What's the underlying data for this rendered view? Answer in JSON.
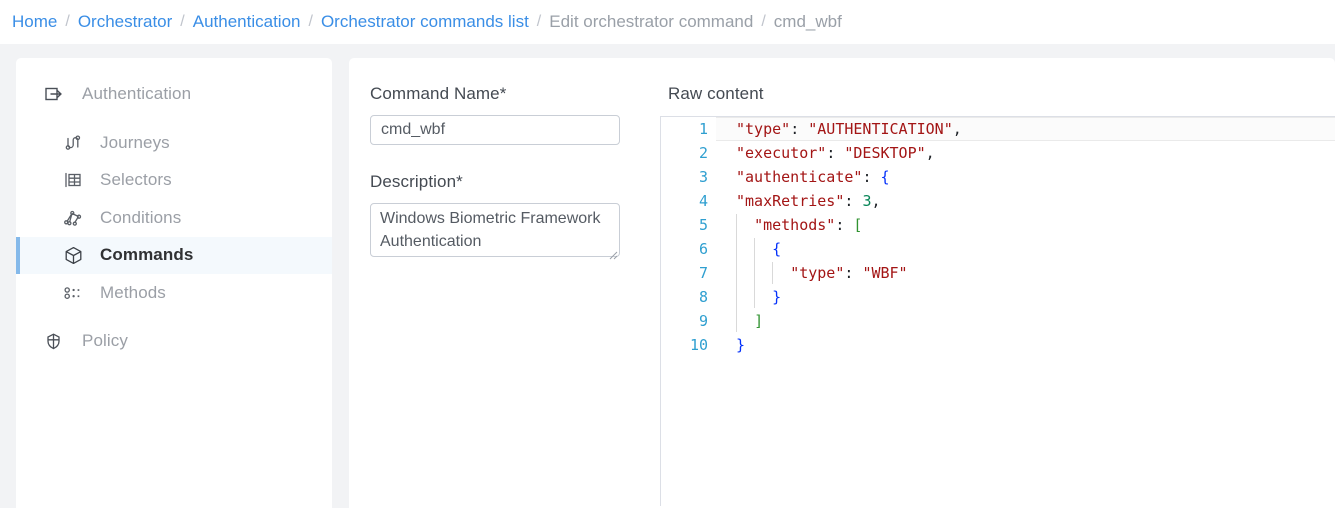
{
  "breadcrumb": {
    "separator": "/",
    "items": [
      {
        "label": "Home",
        "type": "link"
      },
      {
        "label": "Orchestrator",
        "type": "link"
      },
      {
        "label": "Authentication",
        "type": "link"
      },
      {
        "label": "Orchestrator commands list",
        "type": "link"
      },
      {
        "label": "Edit orchestrator command",
        "type": "plain"
      },
      {
        "label": "cmd_wbf",
        "type": "plain"
      }
    ]
  },
  "sidebar": {
    "header": {
      "label": "Authentication",
      "icon": "login-arrow-icon"
    },
    "items": [
      {
        "label": "Journeys",
        "icon": "journeys-path-icon",
        "active": false
      },
      {
        "label": "Selectors",
        "icon": "selectors-table-icon",
        "active": false
      },
      {
        "label": "Conditions",
        "icon": "conditions-graph-icon",
        "active": false
      },
      {
        "label": "Commands",
        "icon": "commands-cube-icon",
        "active": true
      },
      {
        "label": "Methods",
        "icon": "methods-dots-icon",
        "active": false
      }
    ],
    "standalone": {
      "label": "Policy",
      "icon": "policy-shield-icon"
    }
  },
  "form": {
    "command_name": {
      "label": "Command Name*",
      "value": "cmd_wbf",
      "placeholder": ""
    },
    "description": {
      "label": "Description*",
      "value": "Windows Biometric Framework Authentication",
      "placeholder": ""
    }
  },
  "editor": {
    "title": "Raw content",
    "current_line": 1,
    "lines": [
      {
        "n": 1,
        "indent": 0,
        "tokens": [
          {
            "t": "\"type\"",
            "c": "key"
          },
          {
            "t": ": ",
            "c": "punct"
          },
          {
            "t": "\"AUTHENTICATION\"",
            "c": "str"
          },
          {
            "t": ",",
            "c": "punct"
          }
        ]
      },
      {
        "n": 2,
        "indent": 0,
        "tokens": [
          {
            "t": "\"executor\"",
            "c": "key"
          },
          {
            "t": ": ",
            "c": "punct"
          },
          {
            "t": "\"DESKTOP\"",
            "c": "str"
          },
          {
            "t": ",",
            "c": "punct"
          }
        ]
      },
      {
        "n": 3,
        "indent": 0,
        "tokens": [
          {
            "t": "\"authenticate\"",
            "c": "key"
          },
          {
            "t": ": ",
            "c": "punct"
          },
          {
            "t": "{",
            "c": "brace"
          }
        ]
      },
      {
        "n": 4,
        "indent": 0,
        "tokens": [
          {
            "t": "\"maxRetries\"",
            "c": "key"
          },
          {
            "t": ": ",
            "c": "punct"
          },
          {
            "t": "3",
            "c": "num"
          },
          {
            "t": ",",
            "c": "punct"
          }
        ]
      },
      {
        "n": 5,
        "indent": 1,
        "tokens": [
          {
            "t": "\"methods\"",
            "c": "key"
          },
          {
            "t": ": ",
            "c": "punct"
          },
          {
            "t": "[",
            "c": "brack"
          }
        ]
      },
      {
        "n": 6,
        "indent": 2,
        "tokens": [
          {
            "t": "{",
            "c": "brace"
          }
        ]
      },
      {
        "n": 7,
        "indent": 3,
        "tokens": [
          {
            "t": "\"type\"",
            "c": "key"
          },
          {
            "t": ": ",
            "c": "punct"
          },
          {
            "t": "\"WBF\"",
            "c": "str"
          }
        ]
      },
      {
        "n": 8,
        "indent": 2,
        "tokens": [
          {
            "t": "}",
            "c": "brace"
          }
        ]
      },
      {
        "n": 9,
        "indent": 1,
        "tokens": [
          {
            "t": "]",
            "c": "brack"
          }
        ]
      },
      {
        "n": 10,
        "indent": 0,
        "tokens": [
          {
            "t": "}",
            "c": "brace"
          }
        ]
      }
    ]
  },
  "colors": {
    "link": "#3a8ee6",
    "accent_bar": "#85b9ea",
    "active_bg": "#f4f9fd",
    "page_bg": "#f2f3f5",
    "json_key": "#a31515",
    "json_number": "#098658",
    "json_brace": "#0431fa",
    "json_bracket": "#319331",
    "line_number": "#2f9fd0"
  }
}
